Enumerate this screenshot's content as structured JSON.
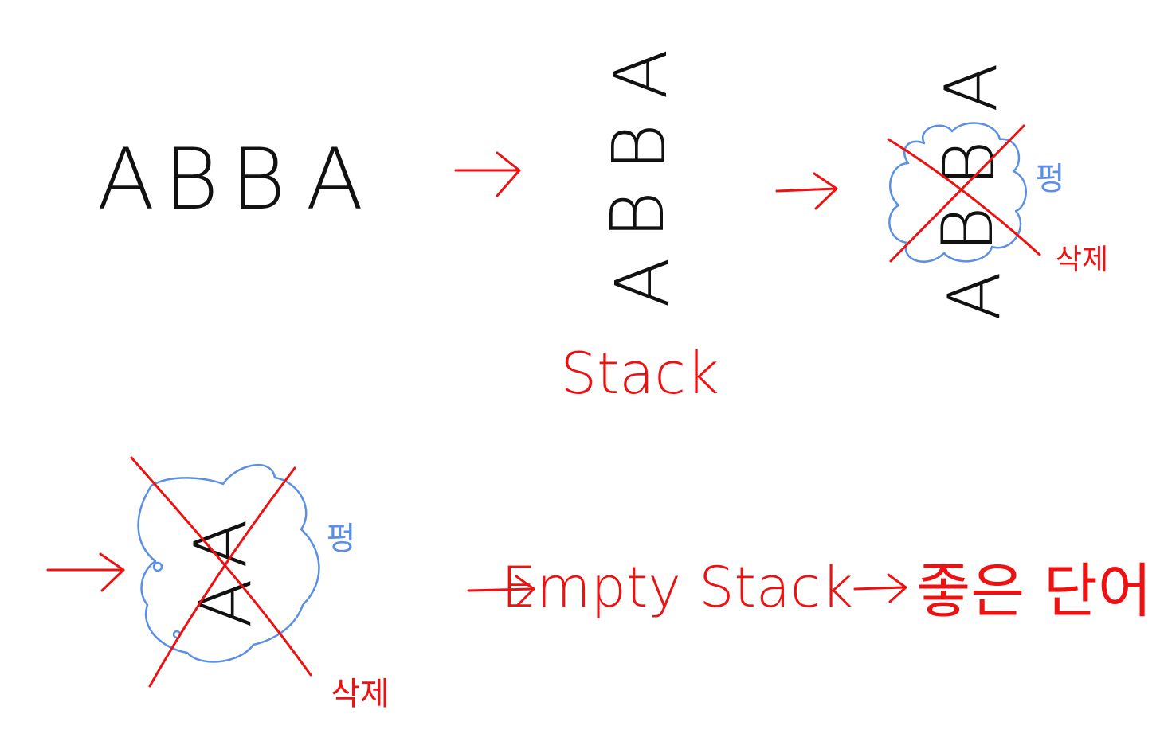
{
  "input_word": {
    "letters": [
      "A",
      "B",
      "B",
      "A"
    ]
  },
  "stack": {
    "items_top_to_bottom": [
      "A",
      "B",
      "B",
      "A"
    ],
    "label": "Stack"
  },
  "pop_step_1": {
    "remaining": [
      "A",
      "A"
    ],
    "popped": [
      "B",
      "B"
    ],
    "pop_word": "펑",
    "delete_word": "삭제"
  },
  "pop_step_2": {
    "popped": [
      "A",
      "A"
    ],
    "pop_word": "펑",
    "delete_word": "삭제"
  },
  "result": {
    "empty_label": "Empty Stack",
    "good_word_label": "좋은 단어"
  },
  "colors": {
    "ink": "#111111",
    "accent_red": "#ee1111",
    "accent_blue": "#5b8fe6"
  }
}
